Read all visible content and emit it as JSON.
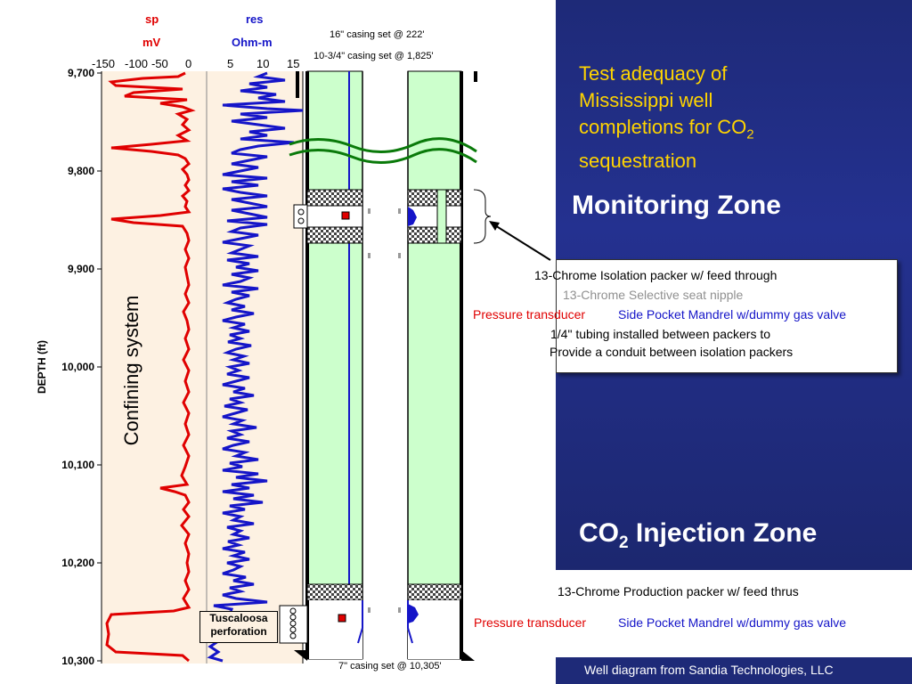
{
  "log": {
    "sp_title": "sp",
    "sp_unit": "mV",
    "res_title": "res",
    "res_unit": "Ohm-m",
    "sp_ticks": [
      "-150",
      "-100",
      "-50",
      "0"
    ],
    "res_ticks": [
      "5",
      "10",
      "15"
    ],
    "depth_label": "DEPTH (ft)",
    "depth_ticks": [
      "9,700",
      "9,800",
      "9,900",
      "10,000",
      "10,100",
      "10,200",
      "10,300"
    ],
    "confining_label": "Confining system",
    "perforation_label_1": "Tuscaloosa",
    "perforation_label_2": "perforation"
  },
  "well": {
    "casing_16": "16\" casing set @ 222'",
    "casing_10": "10-3/4\" casing set @ 1,825'",
    "casing_7": "7\" casing set @ 10,305'"
  },
  "panel": {
    "title_line1": "Test adequacy of",
    "title_line2": "Mississippi well",
    "title_line3": "completions for CO",
    "title_sub": "2",
    "title_line4": "sequestration",
    "monitoring_zone": "Monitoring Zone",
    "injection_prefix": "CO",
    "injection_sub": "2",
    "injection_suffix": " Injection Zone",
    "footer": "Well diagram from Sandia Technologies, LLC"
  },
  "legend": {
    "isolation_packer": "13-Chrome Isolation packer w/ feed through",
    "seat_nipple": "13-Chrome Selective seat nipple",
    "pressure_transducer": "Pressure transducer",
    "side_pocket": "Side Pocket Mandrel w/dummy gas valve",
    "tubing_line1": "1/4\" tubing installed between packers to",
    "tubing_line2": "Provide a conduit between isolation packers"
  },
  "lower_labels": {
    "production_packer": "13-Chrome Production packer w/ feed thrus",
    "pressure_transducer": "Pressure transducer",
    "side_pocket": "Side Pocket Mandrel w/dummy gas valve"
  },
  "colors": {
    "sp_curve": "#e00000",
    "res_curve": "#1515c8",
    "casing_fill": "#ccffcc",
    "panel_bg": "#1e2a78",
    "title_yellow": "#ffd400"
  }
}
